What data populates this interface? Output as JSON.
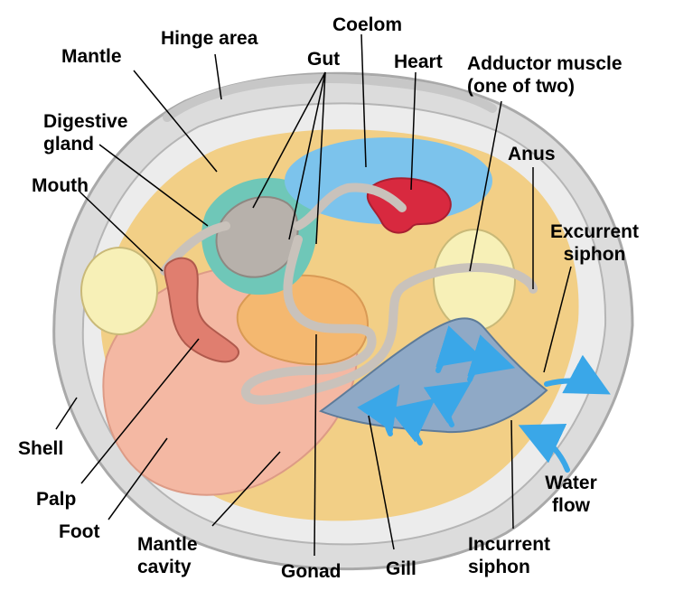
{
  "labels": {
    "hinge_area": "Hinge area",
    "coelom": "Coelom",
    "mantle": "Mantle",
    "gut": "Gut",
    "heart": "Heart",
    "adductor_muscle_line1": "Adductor muscle",
    "adductor_muscle_line2": "(one of two)",
    "digestive_gland_line1": "Digestive",
    "digestive_gland_line2": "gland",
    "anus": "Anus",
    "mouth": "Mouth",
    "excurrent_siphon_line1": "Excurrent",
    "excurrent_siphon_line2": "siphon",
    "shell": "Shell",
    "water_flow_line1": "Water",
    "water_flow_line2": "flow",
    "palp": "Palp",
    "foot": "Foot",
    "mantle_cavity_line1": "Mantle",
    "mantle_cavity_line2": "cavity",
    "gonad": "Gonad",
    "gill": "Gill",
    "incurrent_siphon_line1": "Incurrent",
    "incurrent_siphon_line2": "siphon"
  },
  "colors": {
    "shell": "#dcdcdc",
    "shell_edge": "#a9a9a9",
    "mantle": "#f2cf86",
    "foot": "#f4b8a3",
    "palp": "#e07e6f",
    "digestive_gland": "#6fc7b8",
    "gut": "#c9c2bb",
    "coelom": "#7cc3ec",
    "heart": "#d8293f",
    "adductor_muscle": "#f7f0b7",
    "gonad": "#f4b870",
    "gill": "#8fa9c6",
    "water_flow": "#3aa7e8"
  }
}
